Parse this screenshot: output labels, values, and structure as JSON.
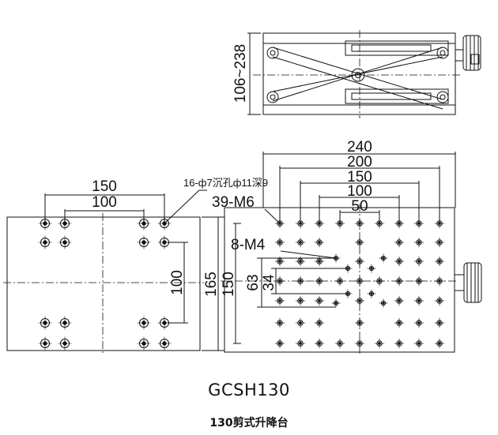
{
  "drawing": {
    "side_view": {
      "height_range": "106~238"
    },
    "left_view": {
      "dim_horizontal_outer": "150",
      "dim_horizontal_inner": "100",
      "dim_vertical_inner": "100",
      "hole_note": "16-ф7沉孔ф11深9"
    },
    "right_view": {
      "dim_horizontal": [
        "240",
        "200",
        "150",
        "100",
        "50"
      ],
      "dim_vertical": [
        "165",
        "150",
        "63",
        "34"
      ],
      "tapped_holes_large": "39-M6",
      "tapped_holes_small": "8-M4"
    }
  },
  "caption": {
    "model": "GCSH130",
    "description": "130剪式升降台"
  }
}
